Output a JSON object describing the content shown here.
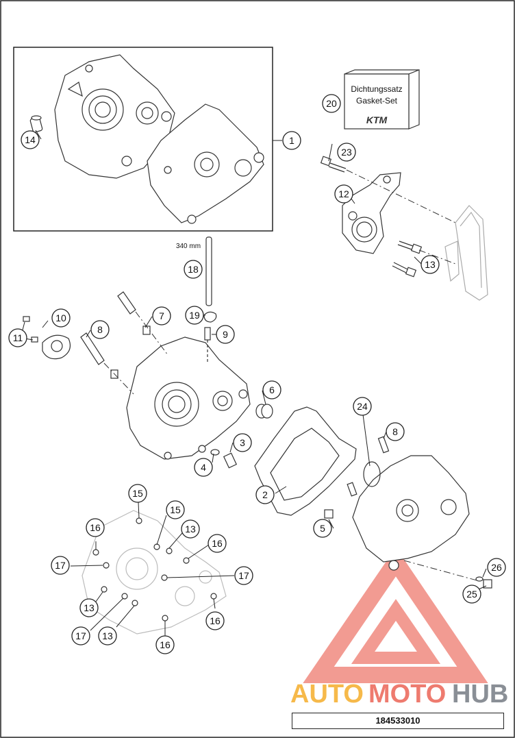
{
  "diagram": {
    "callouts": [
      "1",
      "2",
      "3",
      "4",
      "5",
      "6",
      "7",
      "8",
      "8",
      "9",
      "10",
      "11",
      "12",
      "13",
      "13",
      "13",
      "13",
      "14",
      "15",
      "15",
      "16",
      "16",
      "16",
      "16",
      "17",
      "17",
      "17",
      "18",
      "19",
      "20",
      "23",
      "24",
      "25",
      "26"
    ],
    "dimension_label": "340 mm",
    "gasket_set_box": {
      "line1": "Dichtungssatz",
      "line2": "Gasket-Set",
      "logo": "KTM"
    },
    "drawing_number": "184533010"
  },
  "watermark": {
    "brand_part1": "AUTO",
    "brand_part2": "MOTO",
    "brand_part3": "HUB",
    "colors": {
      "auto": "#f6b94a",
      "moto": "#ee7b6f",
      "hub": "#8a8f96",
      "logo": "#f08a80"
    }
  }
}
